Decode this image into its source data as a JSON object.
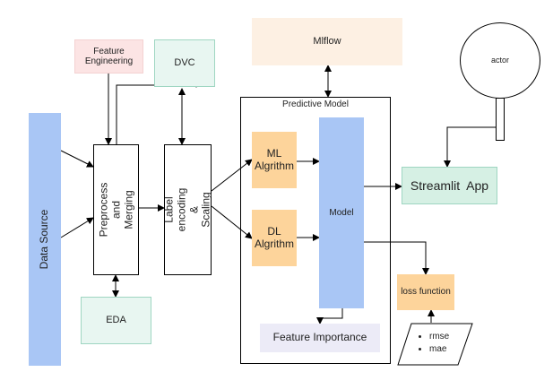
{
  "nodes": {
    "data_source": "Data Source",
    "feature_engineering": "Feature\nEngineering",
    "dvc": "DVC",
    "preprocess": "Preprocess and\nMerging",
    "label_encoding": "Label encoding &\nScaling",
    "eda": "EDA",
    "mlflow": "Mlflow",
    "predictive_model": "Predictive Model",
    "ml_algorithm": "ML\nAlgrithm",
    "dl_algorithm": "DL\nAlgrithm",
    "model": "Model",
    "feature_importance": "Feature Importance",
    "actor": "actor",
    "streamlit_app": "Streamlit  App",
    "loss_function": "loss function",
    "metrics": [
      "rmse",
      "mae"
    ]
  },
  "colors": {
    "blue": "#a9c6f5",
    "pink": "#fce4e4",
    "mint": "#e8f6f1",
    "green": "#d6f0e4",
    "peach": "#fdf0e3",
    "orange": "#fdd49b",
    "lavender": "#ecebf7"
  }
}
